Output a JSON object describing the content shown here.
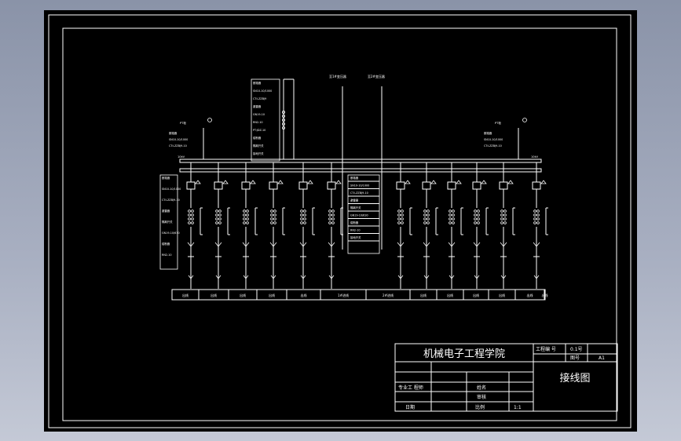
{
  "title_block": {
    "school": "机械电子工程学院",
    "drawing_title": "接线图",
    "scale": "1:1",
    "cells": {
      "major_class": "专业工 程师",
      "name": "姓名",
      "review": "审核",
      "scale_label": "比例",
      "date": "日期",
      "project_no": "工程编 号",
      "project_no_value": "0.1号",
      "drawing_no": "图号",
      "sheet": "A1"
    }
  },
  "diagram": {
    "incoming_left": "至1#变压器",
    "incoming_right": "至2#变压器",
    "pt_left": "PT柜",
    "pt_right": "PT柜",
    "bus_label_left": "10kV",
    "bus_label_right": "10kV",
    "feeder_labels": [
      "出线",
      "出线",
      "出线",
      "出线",
      "出线",
      "1#进线",
      "2#进线",
      "出线",
      "出线",
      "出线",
      "出线",
      "出线",
      "出线"
    ],
    "equipment_notes_left": [
      "断路器",
      "SN10-10/1000",
      "CT:LZZBJ9-10",
      "避雷器",
      "隔离开关",
      "GN19-10/630",
      "熔断器",
      "RN2-10"
    ],
    "equipment_notes_top": [
      "断路器",
      "SN10-10/1000",
      "CT:LZZBJ9",
      "避雷器",
      "GN19-10",
      "RN2-10",
      "PT:JDZ-10",
      "熔断器",
      "隔离开关",
      "接地开关"
    ],
    "equipment_notes_center": [
      "断路器",
      "SN10-10/1000",
      "CT:LZZBJ9-10",
      "避雷器",
      "隔离开关",
      "GN19-10/630",
      "熔断器",
      "RN2-10",
      "接地开关"
    ]
  }
}
